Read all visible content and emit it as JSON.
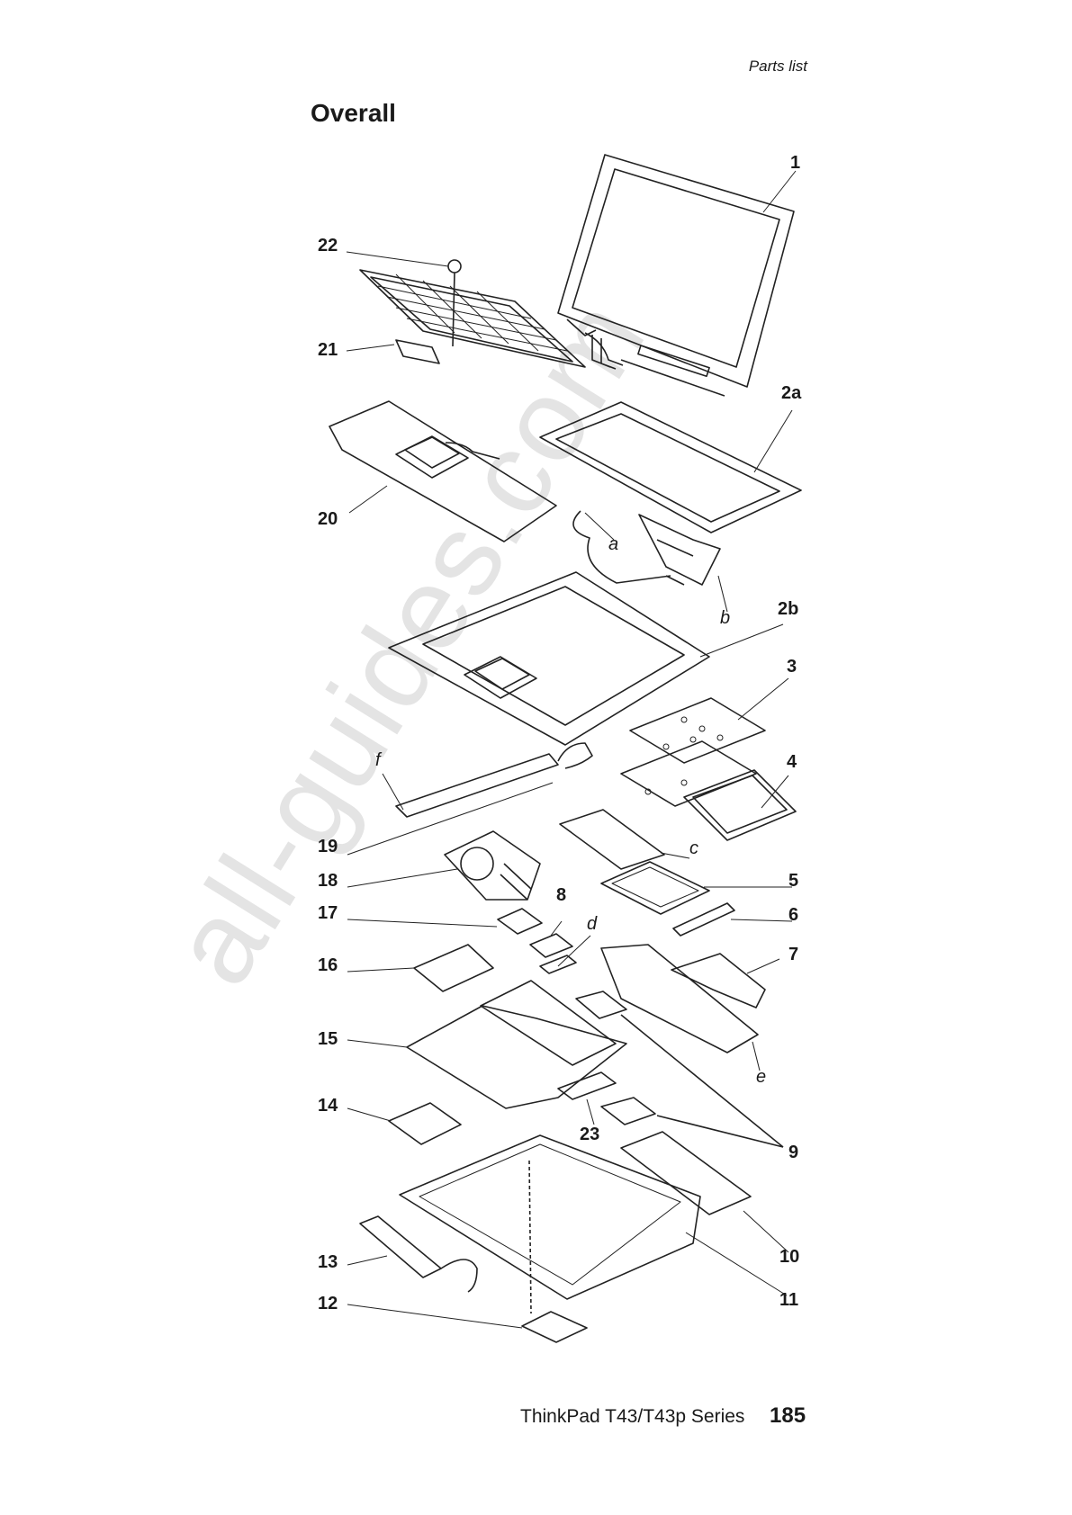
{
  "header": {
    "section": "Parts list"
  },
  "title": "Overall",
  "watermark": "all-guides.com",
  "callouts": {
    "c1": "1",
    "c2a": "2a",
    "c2b": "2b",
    "c3": "3",
    "c4": "4",
    "c5": "5",
    "c6": "6",
    "c7": "7",
    "c8": "8",
    "c9": "9",
    "c10": "10",
    "c11": "11",
    "c12": "12",
    "c13": "13",
    "c14": "14",
    "c15": "15",
    "c16": "16",
    "c17": "17",
    "c18": "18",
    "c19": "19",
    "c20": "20",
    "c21": "21",
    "c22": "22",
    "c23": "23",
    "la": "a",
    "lb": "b",
    "lc": "c",
    "ld": "d",
    "le": "e",
    "lf": "f"
  },
  "footer": {
    "product": "ThinkPad T43/T43p Series",
    "page": "185"
  }
}
